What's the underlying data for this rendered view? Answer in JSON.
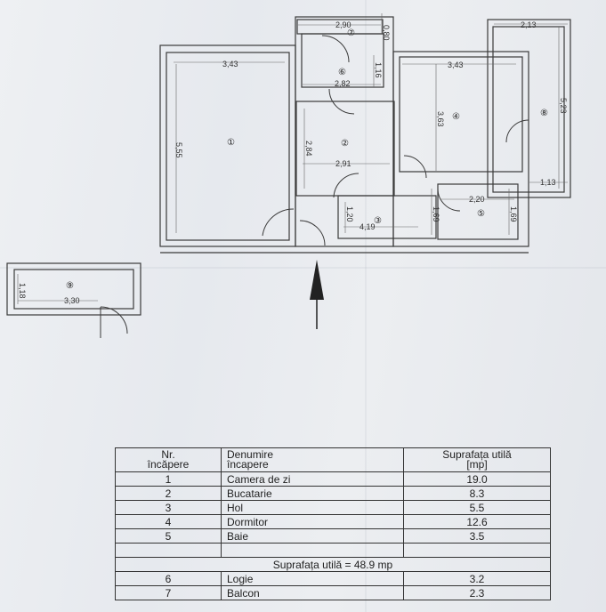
{
  "plan": {
    "rooms": [
      {
        "id": "1",
        "label": "①"
      },
      {
        "id": "2",
        "label": "②"
      },
      {
        "id": "3",
        "label": "③"
      },
      {
        "id": "4",
        "label": "④"
      },
      {
        "id": "5",
        "label": "⑤"
      },
      {
        "id": "6",
        "label": "⑥"
      },
      {
        "id": "7",
        "label": "⑦"
      },
      {
        "id": "8",
        "label": "⑧"
      },
      {
        "id": "9",
        "label": "⑨"
      }
    ],
    "dimensions": {
      "d_343_left": "3,43",
      "d_555": "5,55",
      "d_290": "2,90",
      "d_080": "0,80",
      "d_282": "2,82",
      "d_116": "1,16",
      "d_284": "2,84",
      "d_291": "2,91",
      "d_343_right": "3,43",
      "d_363": "3,63",
      "d_213": "2,13",
      "d_523": "5,23",
      "d_113": "1,13",
      "d_220": "2,20",
      "d_169_a": "1,69",
      "d_169_b": "1,69",
      "d_120": "1,20",
      "d_419": "4,19",
      "d_118": "1,18",
      "d_330": "3,30"
    }
  },
  "table": {
    "header": {
      "nr": "Nr.\nîncăpere",
      "name": "Denumire\nîncapere",
      "area": "Suprafața utilă\n[mp]"
    },
    "rows": [
      {
        "nr": "1",
        "name": "Camera de zi",
        "area": "19.0"
      },
      {
        "nr": "2",
        "name": "Bucatarie",
        "area": "8.3"
      },
      {
        "nr": "3",
        "name": "Hol",
        "area": "5.5"
      },
      {
        "nr": "4",
        "name": "Dormitor",
        "area": "12.6"
      },
      {
        "nr": "5",
        "name": "Baie",
        "area": "3.5"
      }
    ],
    "total": "Suprafața utilă = 48.9 mp",
    "extra_rows": [
      {
        "nr": "6",
        "name": "Logie",
        "area": "3.2"
      },
      {
        "nr": "7",
        "name": "Balcon",
        "area": "2.3"
      }
    ]
  }
}
